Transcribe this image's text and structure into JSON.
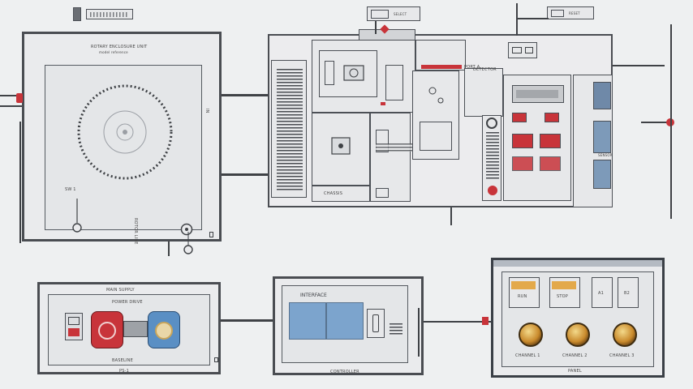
{
  "colors": {
    "frame": "#4a4d52",
    "accent_red": "#c8343a",
    "accent_blue": "#5a8fc4",
    "knob_gold": "#c98a2c",
    "background": "#eef0f1"
  },
  "main_module": {
    "tag": "CHASSIS",
    "top_right_label": "DETECTOR",
    "right_label": "SENSOR",
    "side_label": "PORT A"
  },
  "left_unit": {
    "caption": "ROTARY ENCLOSURE UNIT",
    "subcaption": "model reference",
    "toggle_label": "SW 1",
    "vertical_label": "ROTOR LINE",
    "side_label": "IN"
  },
  "power_unit": {
    "title": "MAIN SUPPLY",
    "subtitle": "POWER DRIVE",
    "footer": "BASELINE",
    "bottom_tag": "PS-1"
  },
  "controller_unit": {
    "title": "INTERFACE",
    "footer_label": "CONTROLLER"
  },
  "switch_panel": {
    "buttons": [
      "RUN",
      "STOP",
      "A1",
      "B2"
    ],
    "knob_labels": [
      "CHANNEL 1",
      "CHANNEL 2",
      "CHANNEL 3"
    ],
    "footer": "PANEL"
  },
  "top_switches": [
    "SELECT",
    "RESET"
  ]
}
